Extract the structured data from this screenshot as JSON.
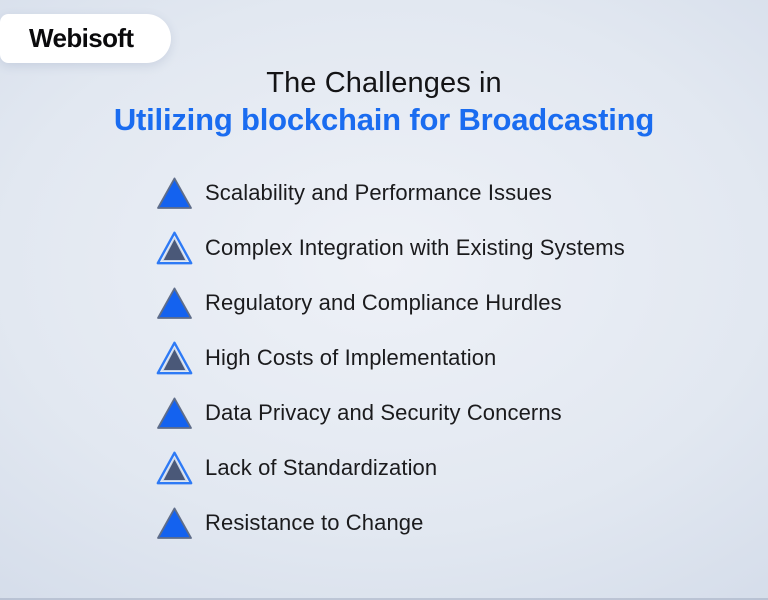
{
  "brand": {
    "name": "Webisoft"
  },
  "title": {
    "line1": "The Challenges in",
    "line2": "Utilizing blockchain for Broadcasting"
  },
  "challenges": [
    {
      "label": "Scalability and Performance Issues",
      "variant": "blue",
      "icon": "triangle-icon"
    },
    {
      "label": "Complex Integration with Existing Systems",
      "variant": "navy",
      "icon": "triangle-icon"
    },
    {
      "label": "Regulatory and Compliance Hurdles",
      "variant": "blue",
      "icon": "triangle-icon"
    },
    {
      "label": "High Costs of Implementation",
      "variant": "navy",
      "icon": "triangle-icon"
    },
    {
      "label": "Data Privacy and Security Concerns",
      "variant": "blue",
      "icon": "triangle-icon"
    },
    {
      "label": "Lack of Standardization",
      "variant": "navy",
      "icon": "triangle-icon"
    },
    {
      "label": "Resistance to Change",
      "variant": "blue",
      "icon": "triangle-icon"
    }
  ],
  "colors": {
    "accent_blue": "#1a6cf0",
    "text_dark": "#141416",
    "triangle_blue_fill": "#1462ef",
    "triangle_blue_border": "#5f6d89",
    "triangle_navy_fill": "#4a5878",
    "triangle_navy_border": "#2e7af5",
    "triangle_navy_inner_edge": "#c9d4e6",
    "background_center": "#eef1f7",
    "background_edge": "#cfd8e7",
    "logo_background": "#ffffff"
  }
}
